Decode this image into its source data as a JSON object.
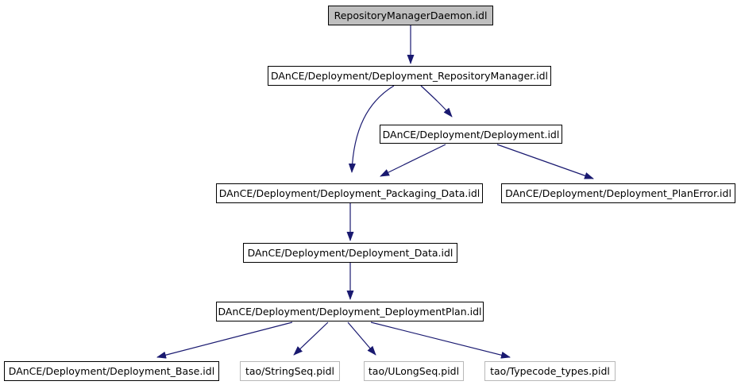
{
  "colors": {
    "edge": "#191970",
    "root_fill": "#bfbfbf",
    "node_border": "#000000",
    "pale_border": "#b8b8b8",
    "background": "#ffffff"
  },
  "nodes": [
    {
      "label": "RepositoryManagerDaemon.idl",
      "type": "root"
    },
    {
      "label": "DAnCE/Deployment/Deployment_RepositoryManager.idl",
      "type": "linked"
    },
    {
      "label": "DAnCE/Deployment/Deployment.idl",
      "type": "linked"
    },
    {
      "label": "DAnCE/Deployment/Deployment_Packaging_Data.idl",
      "type": "linked"
    },
    {
      "label": "DAnCE/Deployment/Deployment_PlanError.idl",
      "type": "linked"
    },
    {
      "label": "DAnCE/Deployment/Deployment_Data.idl",
      "type": "linked"
    },
    {
      "label": "DAnCE/Deployment/Deployment_DeploymentPlan.idl",
      "type": "linked"
    },
    {
      "label": "DAnCE/Deployment/Deployment_Base.idl",
      "type": "linked"
    },
    {
      "label": "tao/StringSeq.pidl",
      "type": "external"
    },
    {
      "label": "tao/ULongSeq.pidl",
      "type": "external"
    },
    {
      "label": "tao/Typecode_types.pidl",
      "type": "external"
    }
  ],
  "edges": [
    {
      "from": "RepositoryManagerDaemon.idl",
      "to": "DAnCE/Deployment/Deployment_RepositoryManager.idl"
    },
    {
      "from": "DAnCE/Deployment/Deployment_RepositoryManager.idl",
      "to": "DAnCE/Deployment/Deployment_Packaging_Data.idl"
    },
    {
      "from": "DAnCE/Deployment/Deployment_RepositoryManager.idl",
      "to": "DAnCE/Deployment/Deployment.idl"
    },
    {
      "from": "DAnCE/Deployment/Deployment.idl",
      "to": "DAnCE/Deployment/Deployment_Packaging_Data.idl"
    },
    {
      "from": "DAnCE/Deployment/Deployment.idl",
      "to": "DAnCE/Deployment/Deployment_PlanError.idl"
    },
    {
      "from": "DAnCE/Deployment/Deployment_Packaging_Data.idl",
      "to": "DAnCE/Deployment/Deployment_Data.idl"
    },
    {
      "from": "DAnCE/Deployment/Deployment_Data.idl",
      "to": "DAnCE/Deployment/Deployment_DeploymentPlan.idl"
    },
    {
      "from": "DAnCE/Deployment/Deployment_DeploymentPlan.idl",
      "to": "DAnCE/Deployment/Deployment_Base.idl"
    },
    {
      "from": "DAnCE/Deployment/Deployment_DeploymentPlan.idl",
      "to": "tao/StringSeq.pidl"
    },
    {
      "from": "DAnCE/Deployment/Deployment_DeploymentPlan.idl",
      "to": "tao/ULongSeq.pidl"
    },
    {
      "from": "DAnCE/Deployment/Deployment_DeploymentPlan.idl",
      "to": "tao/Typecode_types.pidl"
    }
  ]
}
